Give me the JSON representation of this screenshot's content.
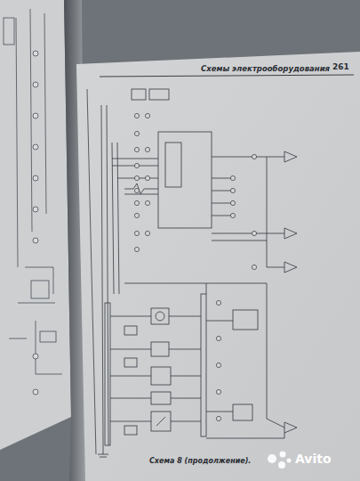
{
  "diagram": {
    "title": "Схемы электрооборудования",
    "caption": "Схема 8 (продолжение).",
    "labels": [
      "261",
      "Avito"
    ]
  }
}
